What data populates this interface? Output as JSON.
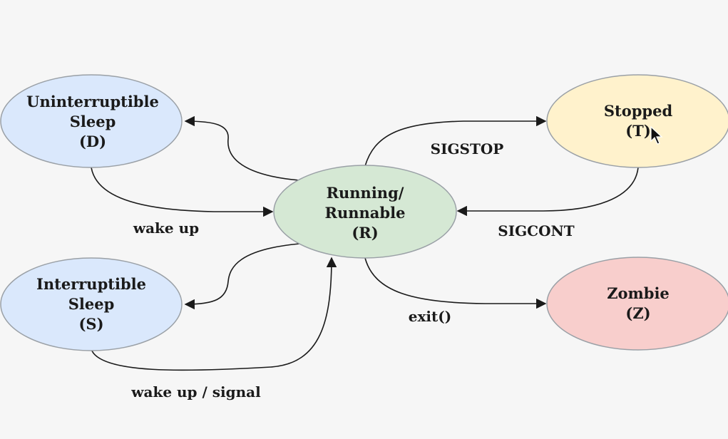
{
  "states": {
    "uninterruptible": {
      "line1": "Uninterruptible",
      "line2": "Sleep",
      "line3": "(D)",
      "color": "#dae8fc"
    },
    "stopped": {
      "line1": "Stopped",
      "line2": "(T)",
      "color": "#fff2cc"
    },
    "running": {
      "line1": "Running/",
      "line2": "Runnable",
      "line3": "(R)",
      "color": "#d5e8d4"
    },
    "interruptible": {
      "line1": "Interruptible",
      "line2": "Sleep",
      "line3": "(S)",
      "color": "#dae8fc"
    },
    "zombie": {
      "line1": "Zombie",
      "line2": "(Z)",
      "color": "#f8cecc"
    }
  },
  "transitions": {
    "sigstop": "SIGSTOP",
    "sigcont": "SIGCONT",
    "wake_up": "wake up",
    "wake_up_signal": "wake up / signal",
    "exit": "exit()"
  },
  "colors": {
    "outline": "#9aa0a6",
    "line": "#1a1a1a",
    "background": "#f6f6f6"
  },
  "cursor_icon": "mouse-pointer-icon"
}
